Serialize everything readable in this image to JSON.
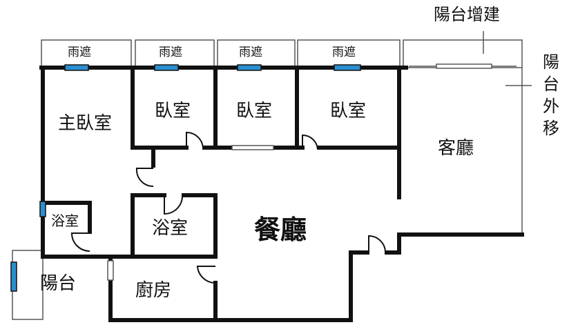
{
  "annotations": {
    "balcony_extension": "陽台增建",
    "balcony_moved_out": [
      "陽",
      "台",
      "外",
      "移"
    ]
  },
  "canopies": [
    "雨遮",
    "雨遮",
    "雨遮",
    "雨遮"
  ],
  "rooms": {
    "master_bedroom": "主臥室",
    "bedroom_1": "臥室",
    "bedroom_2": "臥室",
    "bedroom_3": "臥室",
    "living_room": "客廳",
    "dining_room": "餐廳",
    "bathroom_small": "浴室",
    "bathroom": "浴室",
    "balcony": "陽台",
    "kitchen": "廚房"
  },
  "colors": {
    "wall": "#111111",
    "window": "#2a8fd0",
    "thin_line": "#555555"
  }
}
